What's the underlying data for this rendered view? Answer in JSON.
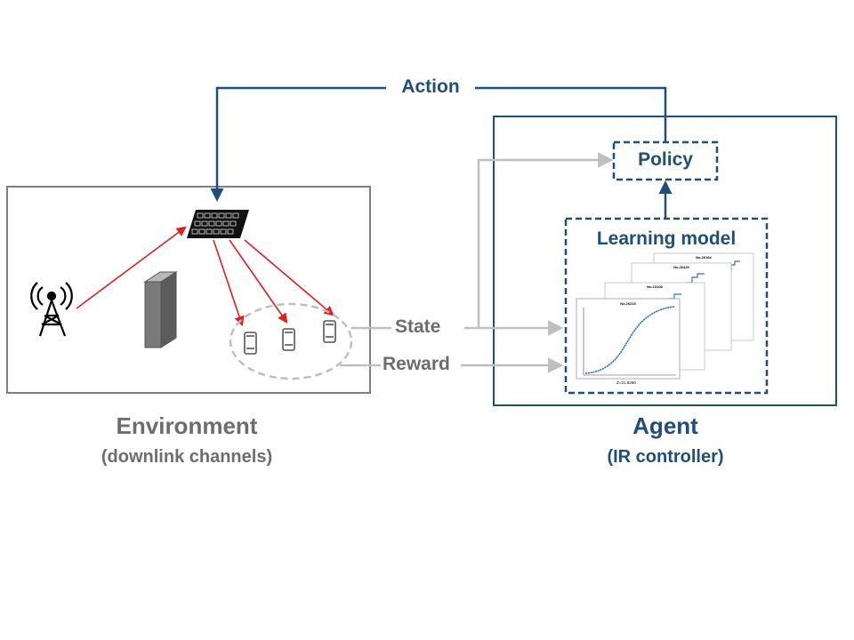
{
  "labels": {
    "action": "Action",
    "state": "State",
    "reward": "Reward",
    "policy": "Policy",
    "learning_model": "Learning model"
  },
  "environment": {
    "title": "Environment",
    "subtitle": "(downlink channels)"
  },
  "agent": {
    "title": "Agent",
    "subtitle": "(IR controller)"
  },
  "cdf_plots": [
    {
      "title": "No.26164"
    },
    {
      "title": "No.26420"
    },
    {
      "title": "No.13108"
    },
    {
      "title": "No.26215",
      "caption": "Z=21.8250"
    }
  ],
  "icons": [
    "cell-tower-icon",
    "server-rack-icon",
    "ris-panel-icon",
    "smartphone-icon"
  ],
  "colors": {
    "agent_blue": "#1f4e79",
    "env_gray": "#6d6d6d",
    "signal_red": "#e02020",
    "flow_gray": "#bfbfbf",
    "curve_blue": "#2e75b6"
  }
}
